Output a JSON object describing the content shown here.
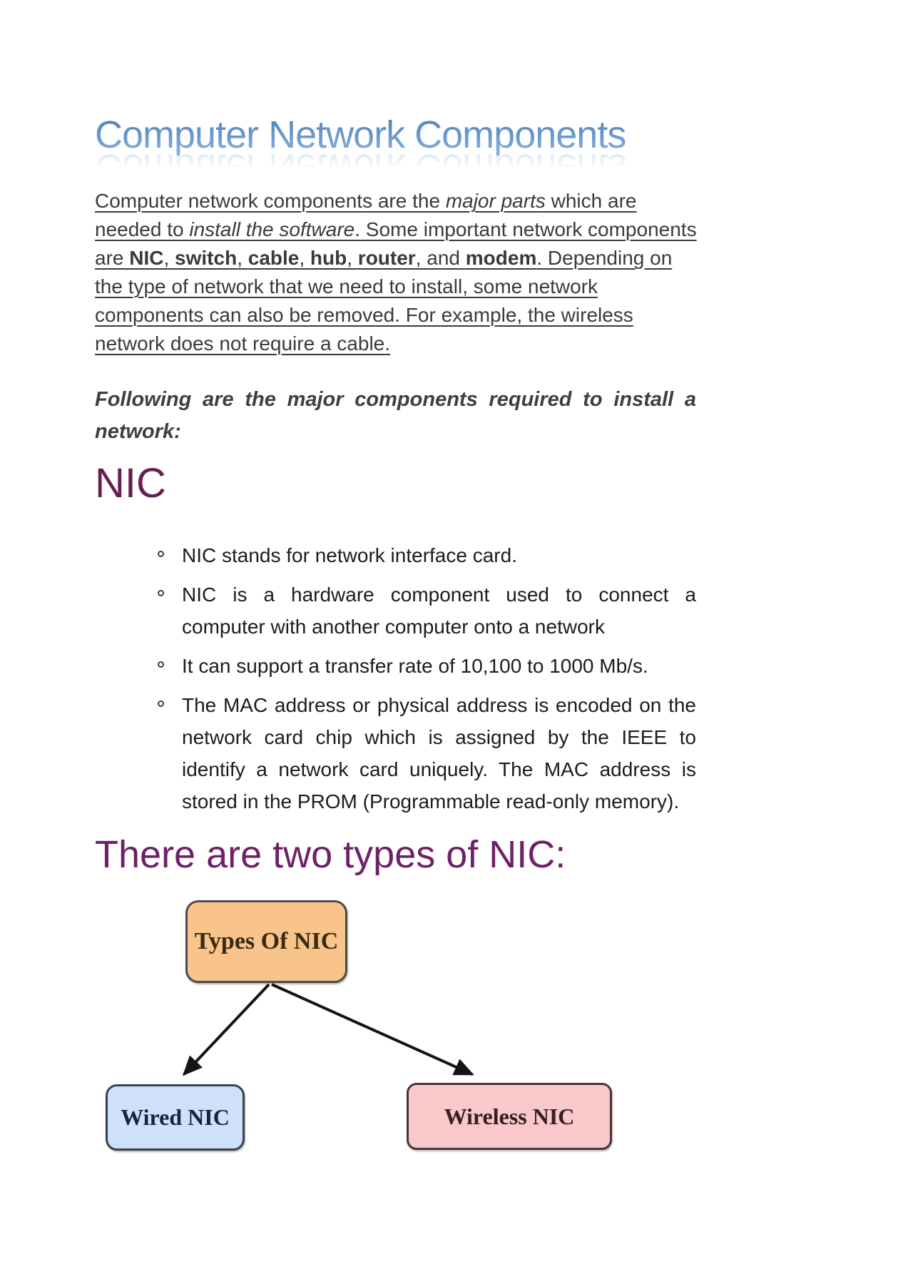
{
  "document_title": {
    "text": "Computer Network Components"
  },
  "theme": {
    "page_bg": "#ffffff",
    "title_gradient_top": "#4a7db8",
    "title_gradient_mid": "#6b9bcd",
    "title_gradient_bottom": "#8fb4dd",
    "body_text_color": "#3a3a3a",
    "bullet_text_color": "#1c1c1c",
    "nic_heading_color": "#671e4e",
    "types_heading_color": "#6f2168",
    "arrow_color": "#141414"
  },
  "intro": {
    "segments": [
      {
        "text": "Computer network components are the "
      },
      {
        "text": "major parts",
        "i": true
      },
      {
        "text": " which are needed to "
      },
      {
        "text": "install the software",
        "i": true
      },
      {
        "text": ". Some important network components are "
      },
      {
        "text": "NIC",
        "b": true
      },
      {
        "text": ", "
      },
      {
        "text": "switch",
        "b": true
      },
      {
        "text": ", "
      },
      {
        "text": "cable",
        "b": true
      },
      {
        "text": ", "
      },
      {
        "text": "hub",
        "b": true
      },
      {
        "text": ", "
      },
      {
        "text": "router",
        "b": true
      },
      {
        "text": ", and "
      },
      {
        "text": "modem",
        "b": true
      },
      {
        "text": ". Depending on the type of network that we need to install, some network components can also be removed. For example, the wireless network does not require a cable."
      }
    ]
  },
  "lead": {
    "segments": [
      {
        "text": "Following are the major components required to install a network:",
        "b": true,
        "i": true
      }
    ]
  },
  "nic": {
    "heading": "NIC"
  },
  "bullets": [
    {
      "segments": [
        {
          "text": "NIC stands for network interface card."
        }
      ]
    },
    {
      "segments": [
        {
          "text": "NIC is a hardware component used to connect a computer with another computer onto a network"
        }
      ]
    },
    {
      "segments": [
        {
          "text": "It can support a transfer rate of 10,100 to 1000 Mb/s."
        }
      ]
    },
    {
      "segments": [
        {
          "text": "The MAC address or physical address is encoded on the network card chip which is assigned by the IEEE to identify a network card uniquely. The MAC address is stored in the PROM (Programmable read-only memory)."
        }
      ]
    }
  ],
  "types": {
    "heading": "There are two types of NIC:"
  },
  "diagram": {
    "root": {
      "label": "Types Of NIC",
      "fill": "#f8c48b",
      "border": "#4c4c4c",
      "text_color": "#3a2a10"
    },
    "children": [
      {
        "label": "Wired NIC",
        "fill": "#cfe1f8",
        "border": "#39424f",
        "text_color": "#16243f"
      },
      {
        "label": "Wireless NIC",
        "fill": "#f9c8ca",
        "border": "#4a3538",
        "text_color": "#391d20"
      }
    ]
  }
}
